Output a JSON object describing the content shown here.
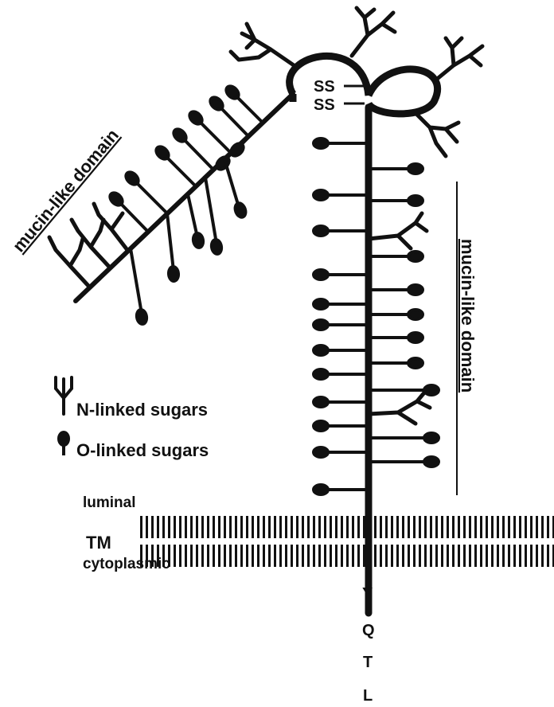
{
  "labels": {
    "ss_top": "SS",
    "ss_bottom": "SS",
    "mucin_domain_diagonal": "mucin-like domain",
    "mucin_domain_vertical": "mucin-like domain",
    "legend_n_linked": "N-linked sugars",
    "legend_o_linked": "O-linked sugars",
    "luminal": "luminal",
    "tm": "TM",
    "cytoplasmic": "cytoplasmic",
    "tail_residues": [
      "Y",
      "Q",
      "T",
      "L"
    ]
  },
  "colors": {
    "ink": "#111111",
    "background": "#ffffff"
  }
}
